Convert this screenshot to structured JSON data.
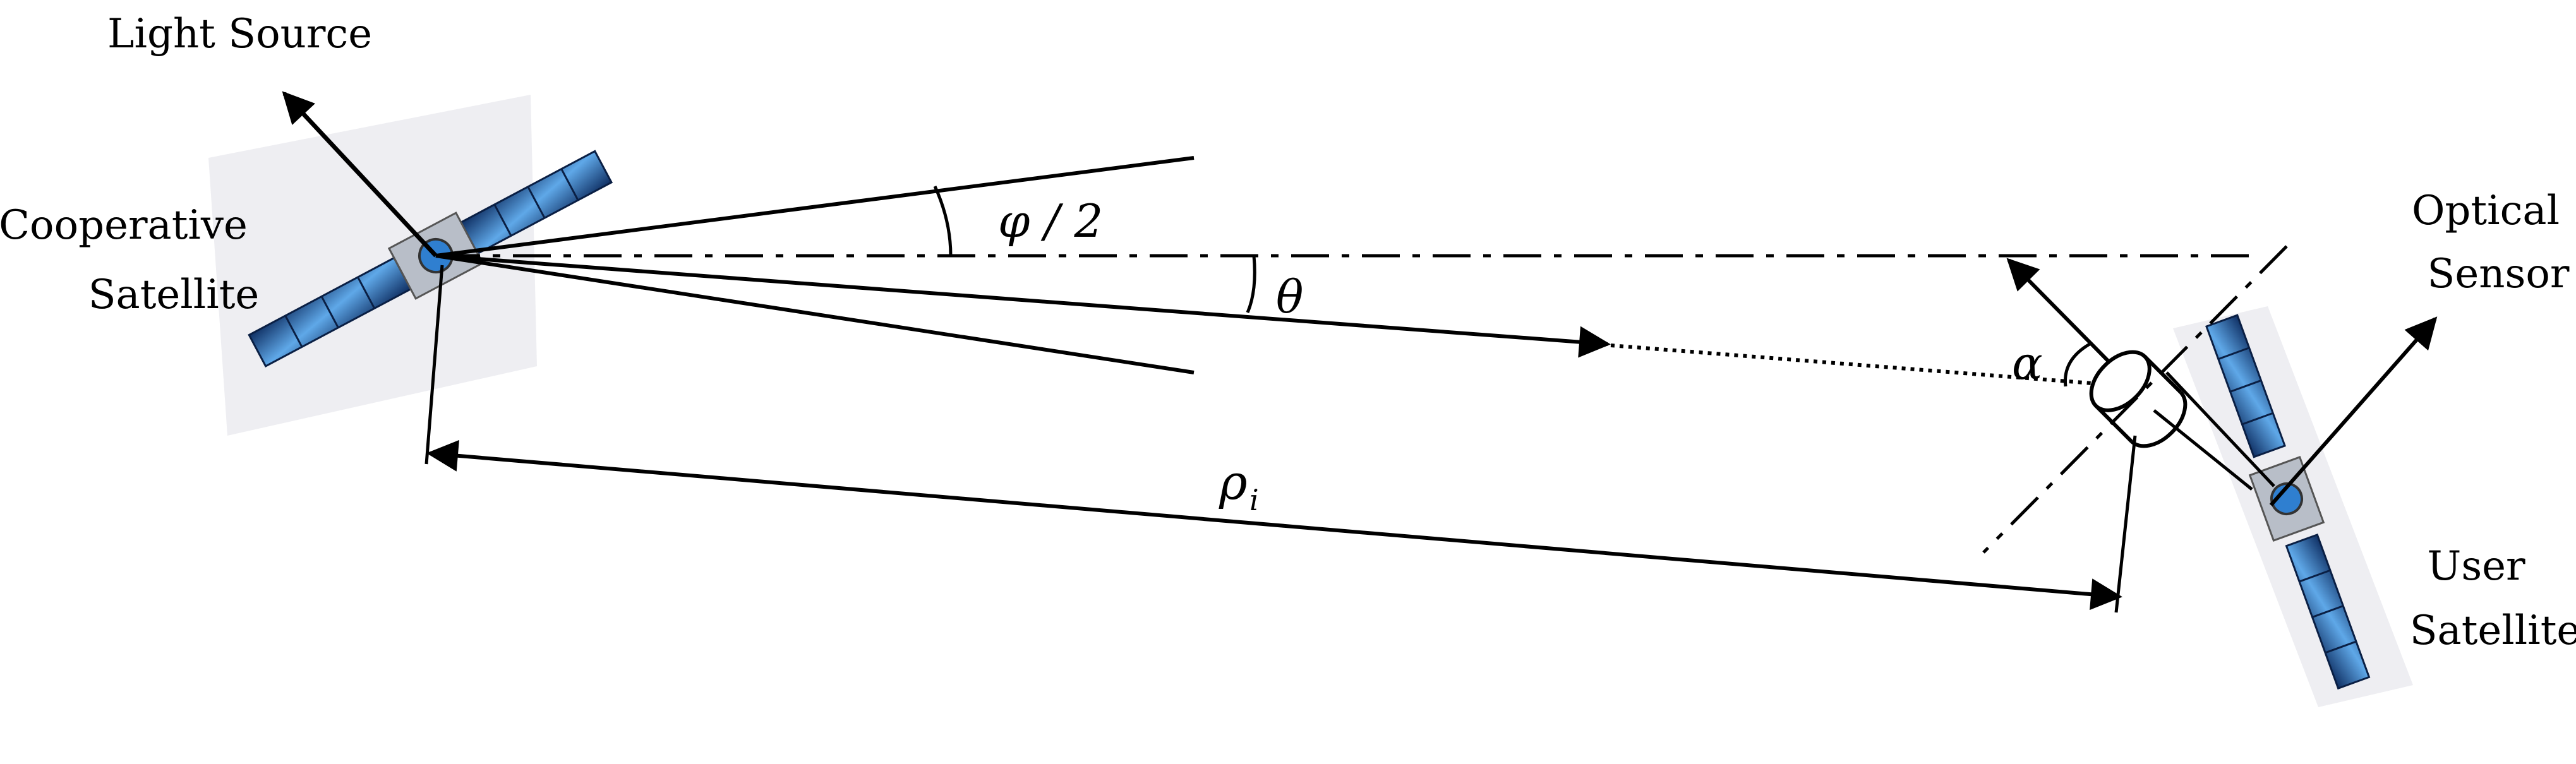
{
  "labels": {
    "light_source": "Light Source",
    "cooperative_satellite": [
      "Cooperative",
      "Satellite"
    ],
    "optical_sensor": [
      "Optical",
      "Sensor"
    ],
    "user_satellite": [
      "User",
      "Satellite"
    ]
  },
  "symbols": {
    "half_angle": "φ / 2",
    "theta": "θ",
    "alpha": "α",
    "rho": "ρ",
    "rho_subscript": "i"
  },
  "colors": {
    "line": "#000000",
    "panel": "#1d4f8f",
    "panel_highlight": "#5fa8e8",
    "body": "#b8bec8",
    "backdrop": "#eeeef2"
  }
}
